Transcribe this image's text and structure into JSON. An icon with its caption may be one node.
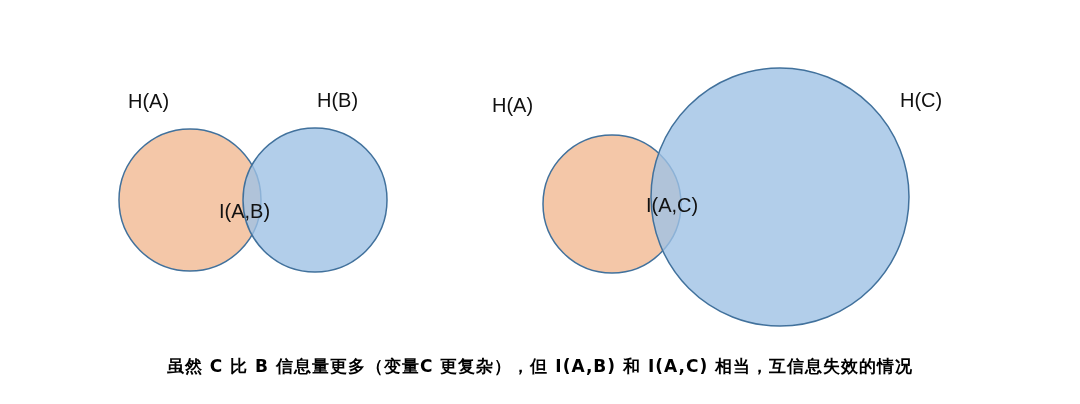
{
  "diagram": {
    "caption": "虽然 C 比 B 信息量更多（变量C 更复杂），但 I(A,B) 和 I(A,C) 相当，互信息失效的情况",
    "nodes": [
      {
        "text": [
          "H(A)"
        ]
      },
      {
        "text": [
          "H(B)"
        ]
      },
      {
        "text": [
          "H(A)"
        ]
      },
      {
        "text": [
          "H(C)"
        ]
      }
    ],
    "edges": [],
    "labels": [
      "I(A,B)",
      "I(A,C)"
    ]
  }
}
